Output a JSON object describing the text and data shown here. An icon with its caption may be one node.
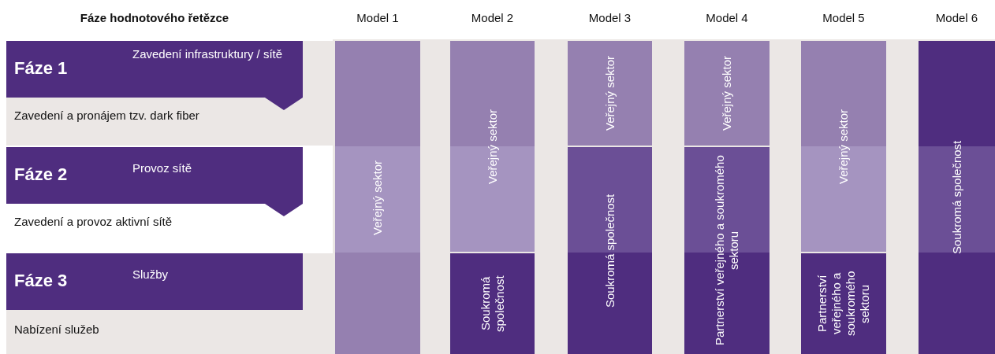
{
  "diagram": {
    "nodes": [
      {
        "text": [
          "Fáze 1",
          "Zavedení infrastruktury / sítě",
          "Zavedení a pronájem tzv. dark fiber"
        ]
      },
      {
        "text": [
          "Fáze 2",
          "Provoz sítě",
          "Zavedení a provoz aktivní sítě"
        ]
      },
      {
        "text": [
          "Fáze 3",
          "Služby",
          "Nabízení služeb"
        ]
      },
      {
        "text": [
          "Veřejný sektor"
        ]
      },
      {
        "text": [
          "Veřejný sektor"
        ]
      },
      {
        "text": [
          "Soukromá společnost"
        ]
      },
      {
        "text": [
          "Veřejný sektor"
        ]
      },
      {
        "text": [
          "Soukromá společnost"
        ]
      },
      {
        "text": [
          "Veřejný sektor"
        ]
      },
      {
        "text": [
          "Partnerství veřejného a soukromého sektoru"
        ]
      },
      {
        "text": [
          "Veřejný sektor"
        ]
      },
      {
        "text": [
          "Partnerství veřejného a soukromého sektoru"
        ]
      },
      {
        "text": [
          "Soukromá společnost"
        ]
      }
    ],
    "labels": [
      "Fáze hodnotového řetězce",
      "Model 1",
      "Model 2",
      "Model 3",
      "Model 4",
      "Model 5",
      "Model 6"
    ]
  }
}
